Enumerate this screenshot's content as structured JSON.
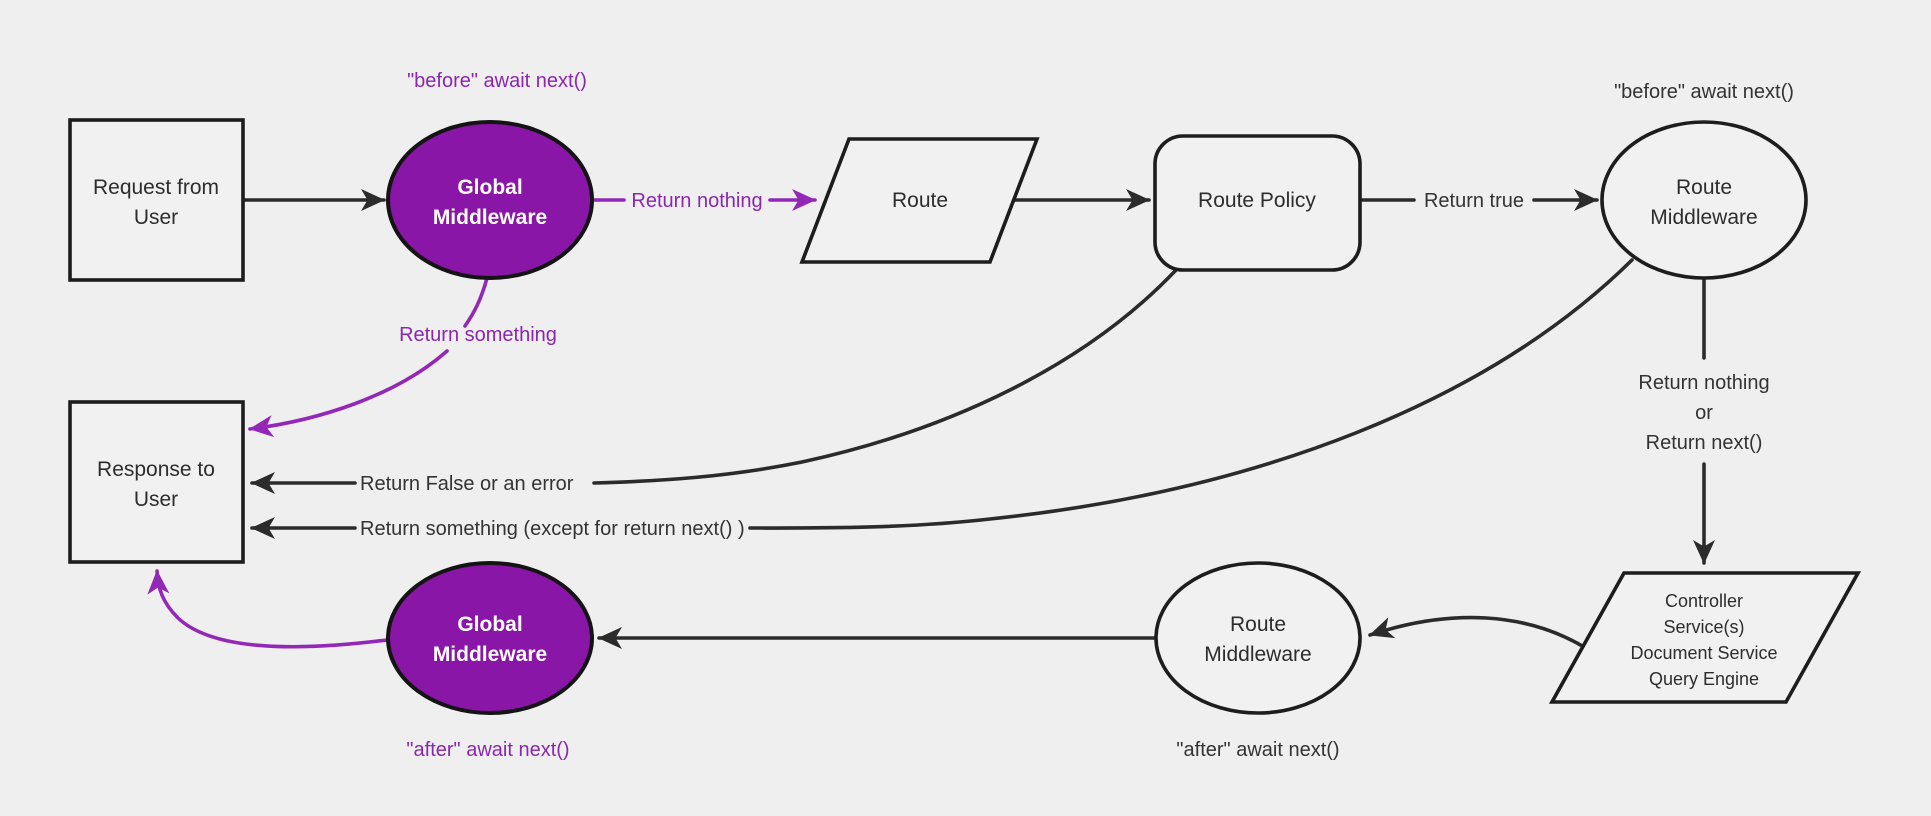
{
  "colors": {
    "background": "#efefef",
    "node_fill": "#f1f1f1",
    "node_border": "#1d1d1d",
    "edge_black": "#2b2b2b",
    "edge_purple": "#9428b6",
    "text_black": "#333333",
    "text_purple": "#8b27ae",
    "purple_node_fill": "#8a16a8",
    "purple_node_text": "#ffffff"
  },
  "nodes": {
    "request": {
      "line1": "Request from",
      "line2": "User"
    },
    "global_mw_top": {
      "line1": "Global",
      "line2": "Middleware"
    },
    "route": {
      "label": "Route"
    },
    "route_policy": {
      "label": "Route Policy"
    },
    "route_mw_top": {
      "line1": "Route",
      "line2": "Middleware"
    },
    "controller": {
      "line1": "Controller",
      "line2": "Service(s)",
      "line3": "Document Service",
      "line4": "Query Engine"
    },
    "route_mw_bottom": {
      "line1": "Route",
      "line2": "Middleware"
    },
    "global_mw_bottom": {
      "line1": "Global",
      "line2": "Middleware"
    },
    "response": {
      "line1": "Response to",
      "line2": "User"
    }
  },
  "edge_labels": {
    "before_global": "\"before\" await next()",
    "return_nothing": "Return nothing",
    "return_true": "Return true",
    "before_route": "\"before\" await next()",
    "return_something": "Return something",
    "return_nothing_or": {
      "line1": "Return nothing",
      "line2": "or",
      "line3": "Return next()"
    },
    "return_false": "Return False or an error",
    "return_something_except": "Return something (except for return next() )",
    "after_route": "\"after\" await next()",
    "after_global": "\"after\" await next()"
  }
}
